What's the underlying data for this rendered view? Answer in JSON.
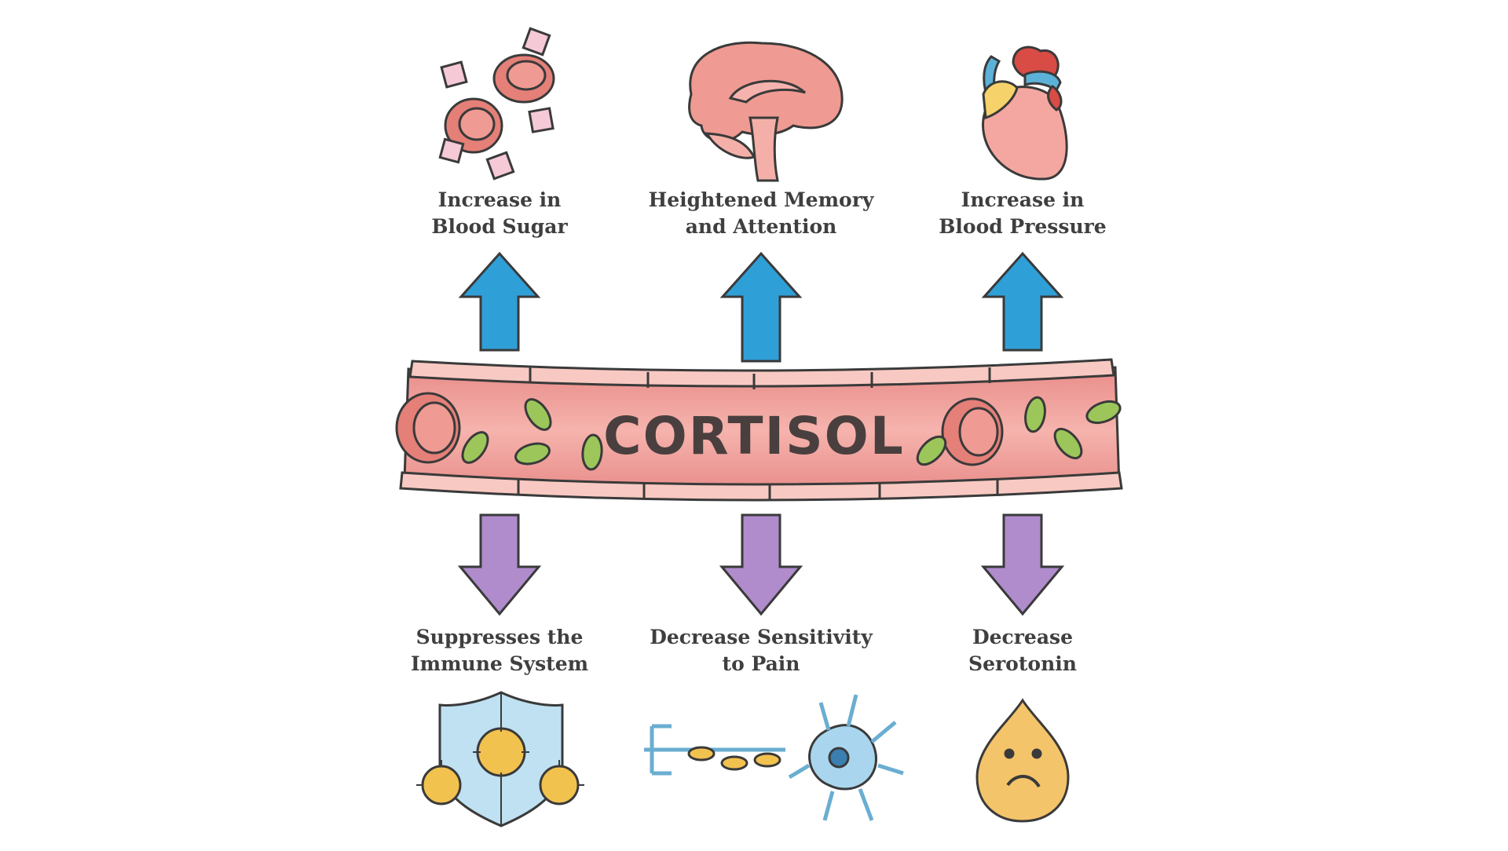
{
  "title": "CORTISOL",
  "effects_up": [
    {
      "line1": "Increase in",
      "line2": "Blood Sugar",
      "icon": "blood-sugar-icon"
    },
    {
      "line1": "Heightened Memory",
      "line2": "and Attention",
      "icon": "brain-icon"
    },
    {
      "line1": "Increase in",
      "line2": "Blood Pressure",
      "icon": "heart-icon"
    }
  ],
  "effects_down": [
    {
      "line1": "Suppresses the",
      "line2": "Immune System",
      "icon": "immune-shield-icon"
    },
    {
      "line1": "Decrease Sensitivity",
      "line2": "to Pain",
      "icon": "neuron-icon"
    },
    {
      "line1": "Decrease",
      "line2": "Serotonin",
      "icon": "sad-drop-icon"
    }
  ],
  "colors": {
    "up_arrow": "#2f9fd8",
    "down_arrow": "#b08ccc",
    "vessel": "#ef9a97",
    "vessel_edge": "#f8c9c2",
    "blood_cell": "#e48078",
    "platelet": "#9cc65a",
    "text": "#3f3f3f",
    "outline": "#3a3a3a"
  }
}
